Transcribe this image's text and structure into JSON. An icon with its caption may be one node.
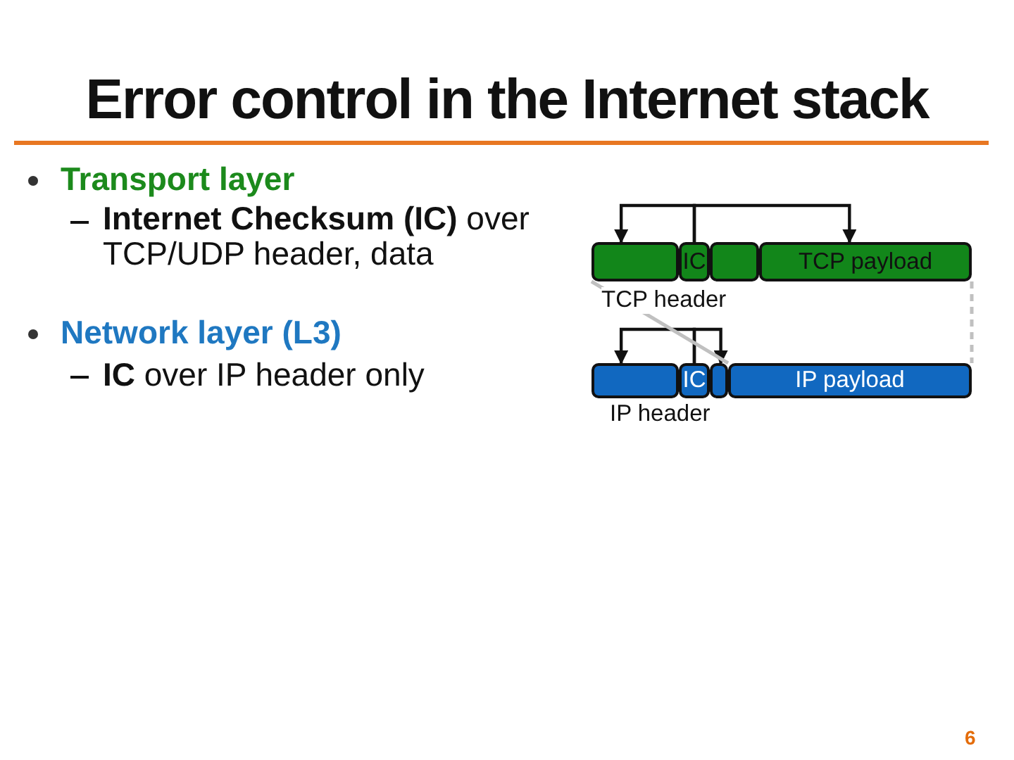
{
  "diagram": {
    "title": "Error control in the Internet stack",
    "nodes": [
      {
        "text": [],
        "shape": "box"
      },
      {
        "text": [
          "IC"
        ]
      },
      {
        "text": [],
        "shape": "box"
      },
      {
        "text": [
          "TCP payload"
        ]
      },
      {
        "text": [],
        "shape": "box"
      },
      {
        "text": [
          "IC"
        ]
      },
      {
        "text": [],
        "shape": "box"
      },
      {
        "text": [
          "IP payload"
        ]
      }
    ],
    "edges": [
      {
        "from": 1,
        "to": 0,
        "arrow": "to"
      },
      {
        "from": 1,
        "to": 3,
        "arrow": "to"
      },
      {
        "from": 5,
        "to": 4,
        "arrow": "to"
      },
      {
        "from": 5,
        "to": 6,
        "arrow": "to"
      },
      {
        "from": 0,
        "to": 7,
        "arrow": "none",
        "color": "#c0c0c0"
      },
      {
        "from": 3,
        "to": 7,
        "arrow": "none",
        "style": "dashed",
        "color": "#c0c0c0"
      }
    ],
    "labels": [
      "Transport layer",
      "**Internet Checksum (IC)** over TCP/UDP header, data",
      "TCP header",
      "Network layer (L3)",
      "**IC** over IP header only",
      "IP header",
      "6"
    ]
  }
}
